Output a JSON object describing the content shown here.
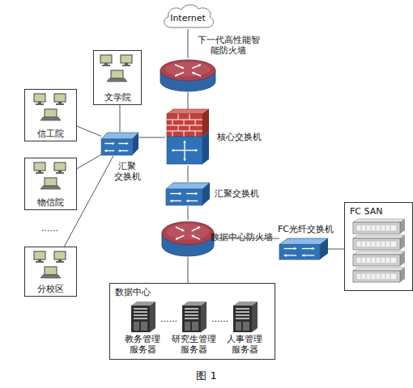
{
  "diagram": {
    "caption": "图 1",
    "nodes": [
      {
        "text": [
          "Internet"
        ]
      },
      {
        "text": [
          "下一代高性能智 能防火墙"
        ]
      },
      {
        "text": [
          "文学院"
        ]
      },
      {
        "text": [
          "信工院"
        ]
      },
      {
        "text": [
          "核心交换机"
        ]
      },
      {
        "text": [
          "汇聚 交换机"
        ]
      },
      {
        "text": [
          "汇聚交换机"
        ]
      },
      {
        "text": [
          "物信院"
        ]
      },
      {
        "text": [
          "FC SAN"
        ]
      },
      {
        "text": [
          "数据中心防火墙"
        ]
      },
      {
        "text": [
          "FC光纤交换机"
        ]
      },
      {
        "text": [
          "分校区"
        ]
      },
      {
        "text": [
          "数据中心"
        ]
      },
      {
        "text": [
          "教务管理 服务器"
        ],
        "in": 12
      },
      {
        "text": [
          "研究生管理 服务器"
        ],
        "in": 12
      },
      {
        "text": [
          "人事管理 服务器"
        ],
        "in": 12
      }
    ],
    "edges": [
      {
        "from": 0,
        "to": 1,
        "arrow": "none"
      },
      {
        "from": 1,
        "to": 4,
        "arrow": "none"
      },
      {
        "from": 4,
        "to": 6,
        "arrow": "none"
      },
      {
        "from": 6,
        "to": 9,
        "arrow": "none"
      },
      {
        "from": 9,
        "to": 12,
        "arrow": "none"
      },
      {
        "from": 9,
        "to": 10,
        "arrow": "none"
      },
      {
        "from": 10,
        "to": 8,
        "arrow": "none"
      },
      {
        "from": 4,
        "to": 5,
        "arrow": "none"
      },
      {
        "from": 5,
        "to": 2,
        "arrow": "none"
      },
      {
        "from": 5,
        "to": 3,
        "arrow": "none"
      },
      {
        "from": 5,
        "to": 7,
        "arrow": "none"
      },
      {
        "from": 5,
        "to": 11,
        "arrow": "none"
      }
    ],
    "labels": [
      "......",
      "......",
      "......"
    ]
  }
}
